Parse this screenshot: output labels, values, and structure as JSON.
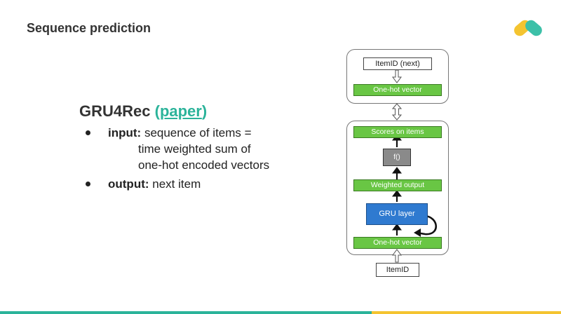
{
  "slide": {
    "title": "Sequence prediction"
  },
  "content": {
    "heading_main": "GRU4Rec",
    "heading_paren_open": "(",
    "heading_link": "paper",
    "heading_paren_close": ")",
    "bullets": [
      {
        "label": "input:",
        "text": "sequence of items =",
        "continuation": [
          "time weighted sum of",
          "one-hot encoded vectors"
        ]
      },
      {
        "label": "output:",
        "text": "next item"
      }
    ]
  },
  "diagram": {
    "output_item": "ItemID (next)",
    "output_onehot": "One-hot vector",
    "scores": "Scores on items",
    "func": "f()",
    "weighted": "Weighted output",
    "gru": "GRU layer",
    "input_onehot": "One-hot vector",
    "input_item": "ItemID"
  },
  "colors": {
    "accent_teal": "#2bb39a",
    "green_box": "#69c644",
    "gru_blue": "#2f7ad0",
    "logo_yellow": "#f4c430",
    "logo_teal": "#3cc0a8",
    "footer_teal": "#2bb39a",
    "footer_yellow": "#f4c430"
  }
}
